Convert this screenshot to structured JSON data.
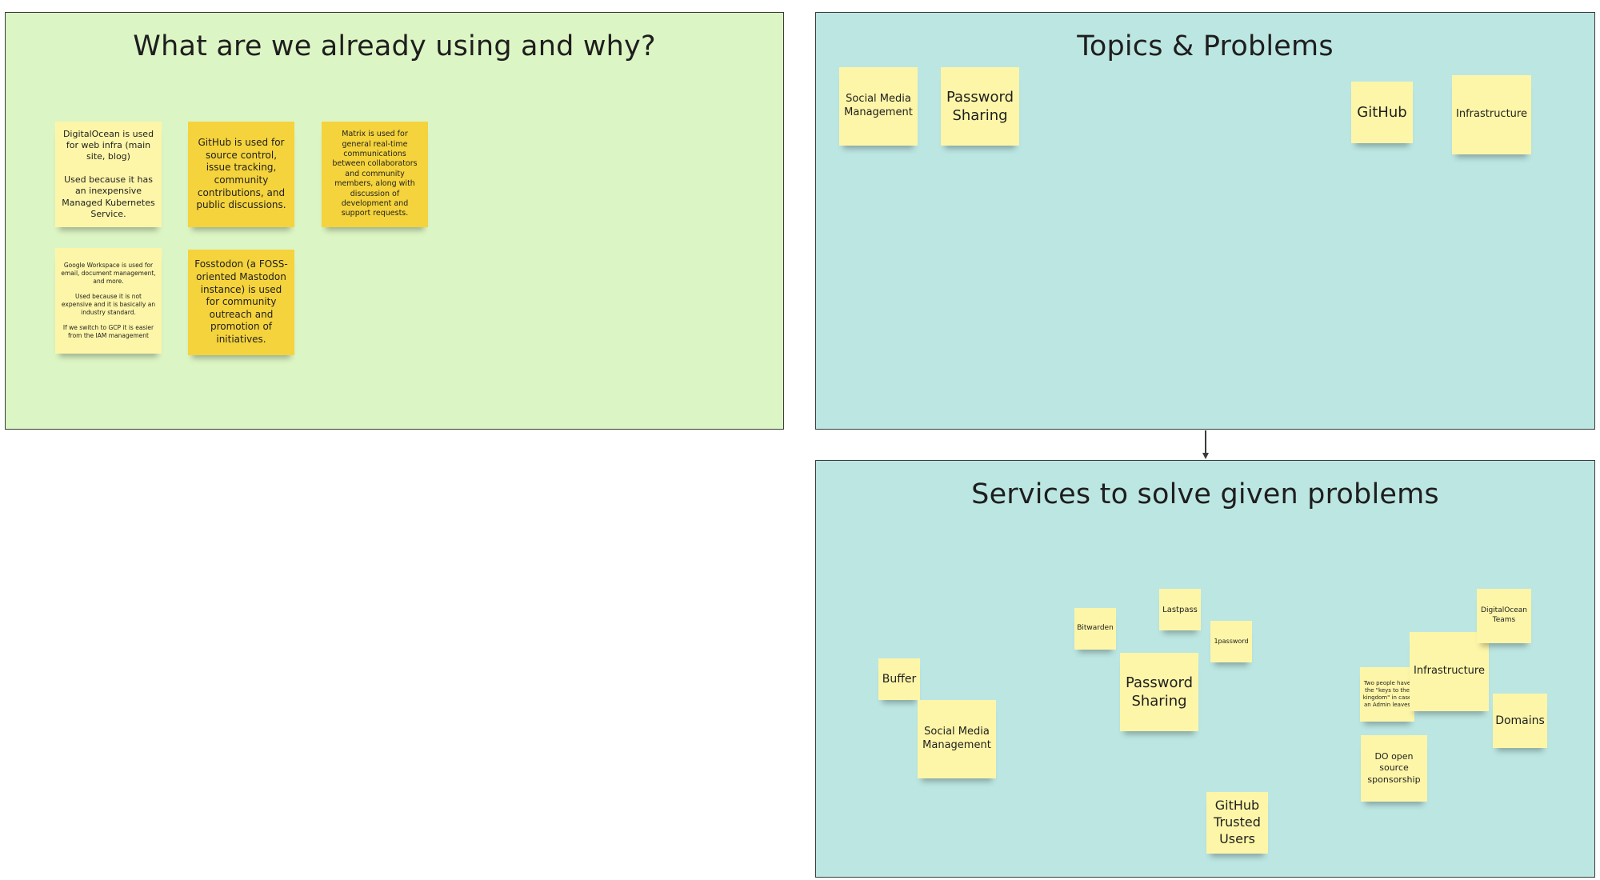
{
  "frames": {
    "existing": {
      "title": "What are we already using and why?",
      "notes": {
        "digitalocean": "DigitalOcean is used for web infra (main site, blog)\n\nUsed because it has an inexpensive Managed Kubernetes Service.",
        "github": "GitHub is used for source control, issue tracking, community contributions, and public discussions.",
        "matrix": "Matrix is used for general real-time communications between collaborators and community members, along with discussion of development and support requests.",
        "google_workspace": "Google Workspace is used for email, document management, and more.\n\nUsed because it is not expensive and it is basically an industry standard.\n\nIf we switch to GCP it is easier from the IAM management",
        "fosstodon": "Fosstodon (a FOSS-oriented Mastodon instance) is used for community outreach and promotion of initiatives."
      }
    },
    "topics": {
      "title": "Topics & Problems",
      "notes": {
        "social_media": "Social Media Management",
        "password_sharing": "Password Sharing",
        "github": "GitHub",
        "infrastructure": "Infrastructure"
      }
    },
    "services": {
      "title": "Services to solve given problems",
      "notes": {
        "buffer": "Buffer",
        "social_media": "Social Media Management",
        "bitwarden": "Bitwarden",
        "lastpass": "Lastpass",
        "onepassword": "1password",
        "password_sharing": "Password Sharing",
        "github_trusted": "GitHub Trusted Users",
        "two_people": "Two people have the \"keys to the kingdom\" in case an Admin leaves",
        "infrastructure": "Infrastructure",
        "do_teams": "DigitalOcean Teams",
        "domains": "Domains",
        "do_sponsorship": "DO open source sponsorship"
      }
    }
  },
  "colors": {
    "existing_bg": "#dcf5c4",
    "topics_bg": "#bce6e2",
    "services_bg": "#bce6e2",
    "sticky_light": "#fdf6a8",
    "sticky_dark": "#f5d33c"
  }
}
